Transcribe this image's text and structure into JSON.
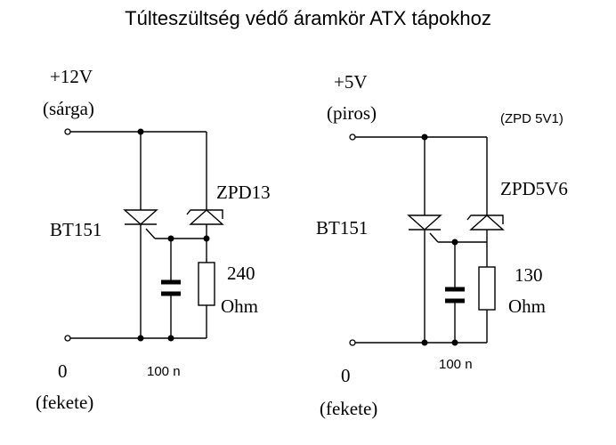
{
  "title": "Túlteszültség védő áramkör ATX tápokhoz",
  "left": {
    "voltage": "+12V",
    "voltage_color": "(sárga)",
    "thyristor": "BT151",
    "zener": "ZPD13",
    "resistor_value": "240",
    "resistor_unit": "Ohm",
    "capacitor": "100 n",
    "ground": "0",
    "ground_color": "(fekete)"
  },
  "right": {
    "voltage": "+5V",
    "voltage_color": "(piros)",
    "note": "(ZPD 5V1)",
    "thyristor": "BT151",
    "zener": "ZPD5V6",
    "resistor_value": "130",
    "resistor_unit": "Ohm",
    "capacitor": "100 n",
    "ground": "0",
    "ground_color": "(fekete)"
  }
}
